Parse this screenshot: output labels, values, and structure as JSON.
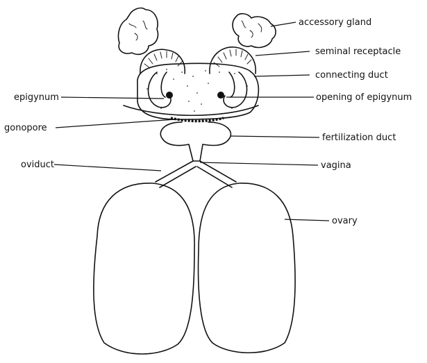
{
  "diagram": {
    "labels": {
      "accessory_gland": "accessory gland",
      "seminal_receptacle": "seminal receptacle",
      "connecting_duct": "connecting duct",
      "epigynum": "epigynum",
      "opening_of_epigynum": "opening of epigynum",
      "gonopore": "gonopore",
      "fertilization_duct": "fertilization duct",
      "oviduct": "oviduct",
      "vagina": "vagina",
      "ovary": "ovary"
    }
  }
}
